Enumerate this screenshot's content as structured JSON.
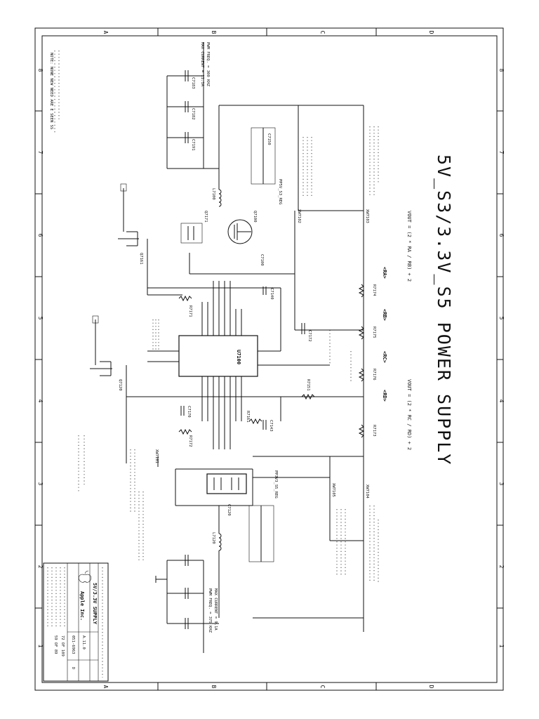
{
  "sheet": {
    "title": "5V_S3/3.3V_S5 POWER SUPPLY",
    "grid_letters": [
      "A",
      "B",
      "C",
      "D"
    ],
    "grid_numbers": [
      "8",
      "7",
      "6",
      "5",
      "4",
      "3",
      "2",
      "1"
    ]
  },
  "equations": {
    "vout_upper": "VOUT = (2 * RA / RB) + 2",
    "vout_lower": "VOUT = (2 * RC / RD) + 2"
  },
  "specs": {
    "top_max_current": "MAX CURRENT = 11.1A",
    "top_freq": "PWM FREQ. = 300 KHZ",
    "bottom_freq": "PWM FREQ. = 375 KHZ",
    "bottom_max_current": "MAX CURRENT = 9.1A"
  },
  "titleblock": {
    "company": "Apple Inc.",
    "page_title": "5V/3.3V SUPPLY",
    "doc_number": "051-6963",
    "rev": "D",
    "version": "A.11.0",
    "sheet_a": "72 OF 109",
    "sheet_b": "59 OF 89"
  },
  "ic": {
    "ref": "U7100"
  },
  "labels": {
    "ra": "<RA>",
    "rb": "<RB>",
    "rc": "<RC>",
    "rd": "<RD>",
    "r7151": "R7151",
    "r7171": "R7171",
    "r7172": "R7172",
    "r7173": "R7173",
    "r7174": "R7174",
    "r7175": "R7175",
    "r7176": "R7176",
    "r7161": "R7161",
    "q7100": "Q7100",
    "q7120": "Q7120",
    "q7161": "Q7161",
    "q7171": "Q7171",
    "l7100": "L7100",
    "l7120": "L7120",
    "c7100": "C7100",
    "c7120": "C7120",
    "c7140": "C7140",
    "c7143": "C7143",
    "c7150": "C7150",
    "c7170": "C7170",
    "c7172": "C7172",
    "c7182": "C7182",
    "c7183": "C7183",
    "c7191": "C7191",
    "xw7101": "XW7101",
    "xw7102": "XW7102",
    "xw7103": "XW7103",
    "xw7104": "XW7104",
    "xw7105": "XW7105",
    "pp5v_s3": "PP5V_S3_REG",
    "pp3v3_s5": "PP3V3_S5_REG",
    "note": "NOTE: NONE NEW NEED ARE E SEEN SS"
  }
}
